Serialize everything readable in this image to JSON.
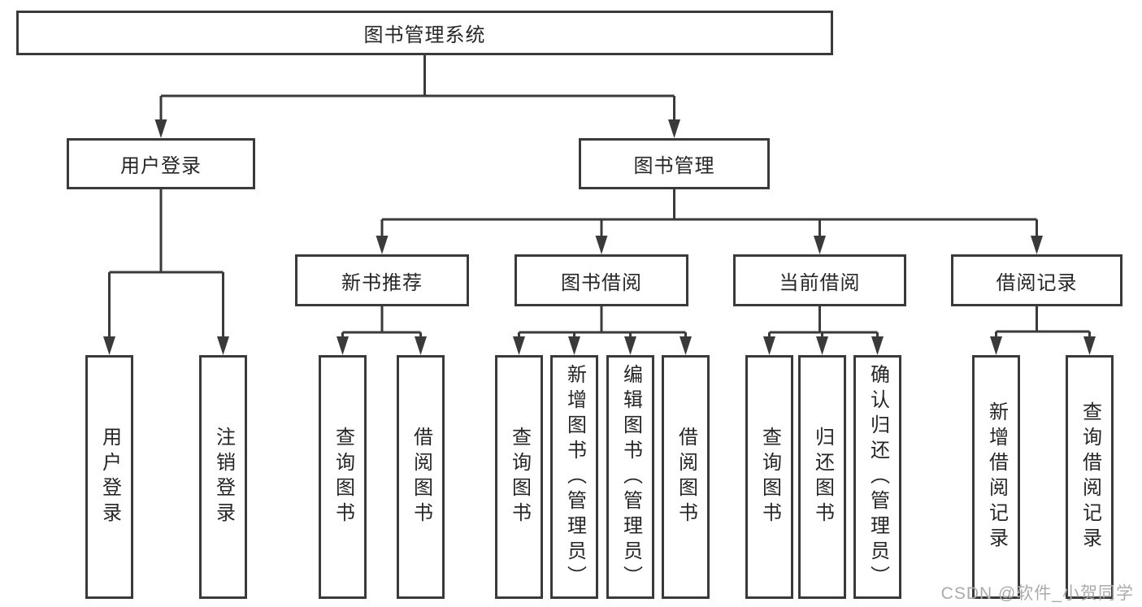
{
  "diagram": {
    "root": {
      "label": "图书管理系统"
    },
    "branches": [
      {
        "label": "用户登录",
        "children": [
          {
            "label": "用户登录"
          },
          {
            "label": "注销登录"
          }
        ]
      },
      {
        "label": "图书管理",
        "groups": [
          {
            "label": "新书推荐",
            "children": [
              {
                "label": "查询图书"
              },
              {
                "label": "借阅图书"
              }
            ]
          },
          {
            "label": "图书借阅",
            "children": [
              {
                "label": "查询图书"
              },
              {
                "label": "新增图书（管理员）"
              },
              {
                "label": "编辑图书（管理员）"
              },
              {
                "label": "借阅图书"
              }
            ]
          },
          {
            "label": "当前借阅",
            "children": [
              {
                "label": "查询图书"
              },
              {
                "label": "归还图书"
              },
              {
                "label": "确认归还（管理员）"
              }
            ]
          },
          {
            "label": "借阅记录",
            "children": [
              {
                "label": "新增借阅记录"
              },
              {
                "label": "查询借阅记录"
              }
            ]
          }
        ]
      }
    ]
  },
  "watermark": {
    "text": "CSDN @软件_小贺同学"
  },
  "colors": {
    "line": "#3a3a3a",
    "text": "#262626",
    "watermark": "#ababab",
    "background": "#ffffff"
  }
}
